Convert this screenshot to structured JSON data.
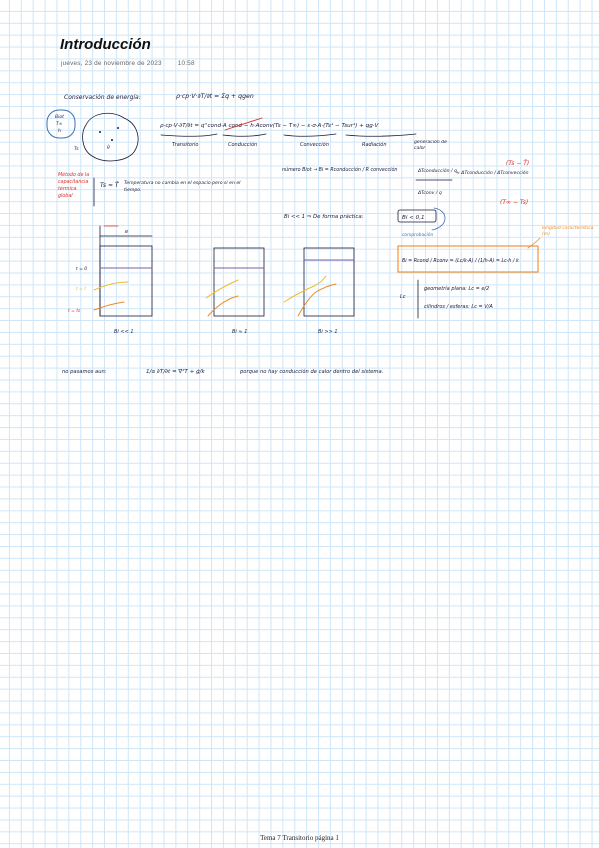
{
  "page": {
    "title": "Introducción",
    "date": "jueves, 23 de noviembre de 2023",
    "time": "10:58",
    "footer": "Tema 7 Transitorio página 1"
  },
  "notes": {
    "energy_label": "Conservación de energía:",
    "energy_eq": "ρ·cp·V·∂T/∂t = Σq + qgen",
    "biot_box": "Biot T∞ h",
    "balance_eq": "ρ·cp·V·∂T/∂t = q''cond·A cond − h·Aconv(Ts − T∞) − ε·σ·A·(Ts⁴ − Tsur⁴) + qg·V",
    "term_transitorio": "Transitorio",
    "term_conduccion": "Conducción",
    "term_conveccion": "Convección",
    "term_radiacion": "Radiación",
    "term_generacion": "generación de calor",
    "capacity_note": "Método de la capacitancia térmica global",
    "capacity_rule": "Ts ≈ T̄",
    "capacity_text": "Temperatura no cambia en el espacio pero sí en el tiempo.",
    "biot_def": "número Biot → Bi = Rconducción / R convección",
    "biot_frac_num": "ΔTconducción / q",
    "biot_frac_den": "ΔTconv / q",
    "biot_approx": "≈ ΔTconducción / ΔTconvección",
    "ratio_top": "(Ts − T̄)",
    "ratio_bottom": "(T∞ − Ts)",
    "biot_condition": "Bi << 1 ⇒ De forma práctica:",
    "biot_box_value": "Bi < 0,1",
    "biot_box_label": "comprobación",
    "length_note": "longitud característica (m)",
    "bi_formula": "Bi = Rcond / Rconv = (Lc/k·A) / (1/h·A) = Lc·h / k",
    "lc_plane": "geometría plana: Lc = e/2",
    "lc_cyl": "cilindros / esferas: Lc = V/A",
    "donde": "Lc",
    "graph_labels": [
      "Bi << 1",
      "Bi ≈ 1",
      "Bi >> 1"
    ],
    "graph_e": "e",
    "graph_t0": "t = 0",
    "graph_tt": "t = t",
    "graph_ts": "t = ts",
    "no_pasamos": "no pasamos aun:",
    "heat_eq": "1/α ∂T/∂t = ∇²T + ġ/k",
    "heat_reason": "porque no hay conducción de calor dentro del sistema."
  },
  "colors": {
    "ink": "#1a1a3a",
    "red": "#d9302a",
    "orange": "#f08a24",
    "yellow": "#f2b92c",
    "purple": "#7b5ea7",
    "blue": "#3b6fb6",
    "grid": "#cfe6f7"
  }
}
